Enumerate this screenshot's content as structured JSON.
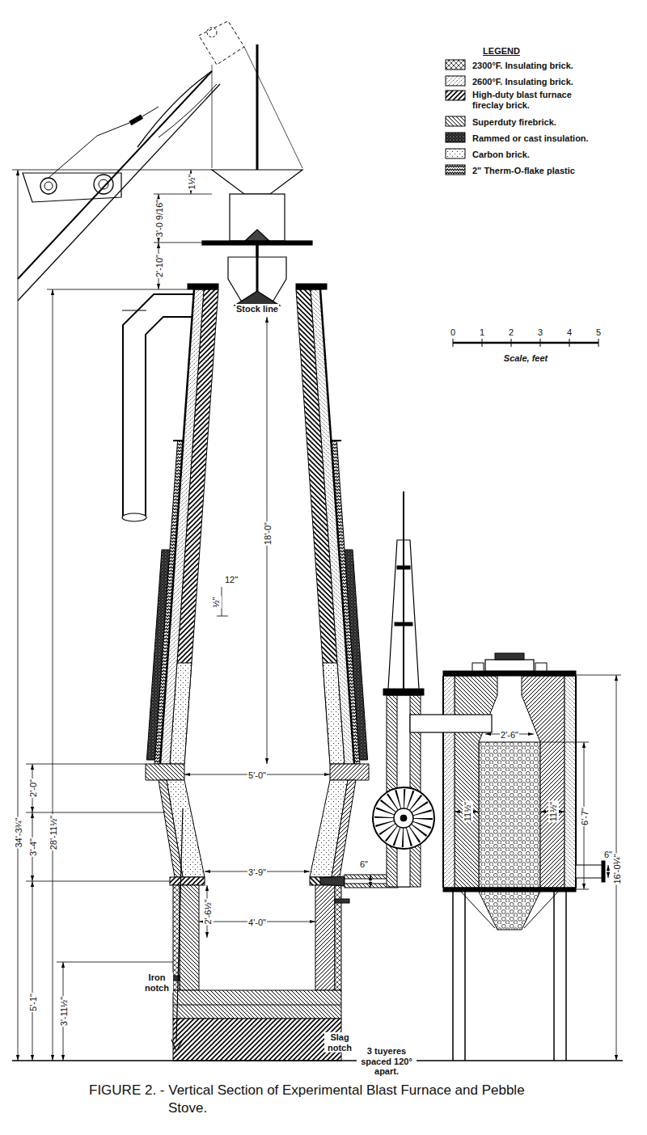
{
  "diagram": {
    "caption": "FIGURE 2. - Vertical Section of Experimental Blast Furnace and Pebble Stove.",
    "labels": [
      "LEGEND",
      "3'-0 9/16\"",
      "1½\"",
      "2'-10\"",
      "34'-3¾\"",
      "28'-11½\"",
      "Stock line",
      "18'-0\"",
      "12\"",
      "½\"",
      "2'-0\"",
      "5'-0\"",
      "3'-4\"",
      "3'-9\"",
      "2'-6½\"",
      "4'-0\"",
      "5'-1\"",
      "3'-11½\"",
      "Iron notch",
      "Slag notch",
      "3 tuyeres spaced 120° apart.",
      "6\"",
      "2'-6\"",
      "11½\"",
      "11½\"",
      "6'-7\"",
      "16'-0¼\"",
      "6\"",
      "0",
      "1",
      "2",
      "3",
      "4",
      "5",
      "Scale, feet"
    ],
    "legend": [
      {
        "text": "2300°F. Insulating brick."
      },
      {
        "text": "2600°F. Insulating brick."
      },
      {
        "text": "High-duty blast furnace fireclay brick."
      },
      {
        "text": "Superduty firebrick."
      },
      {
        "text": "Rammed or cast insulation."
      },
      {
        "text": "Carbon brick."
      },
      {
        "text": "2\" Therm-O-flake plastic"
      }
    ]
  }
}
